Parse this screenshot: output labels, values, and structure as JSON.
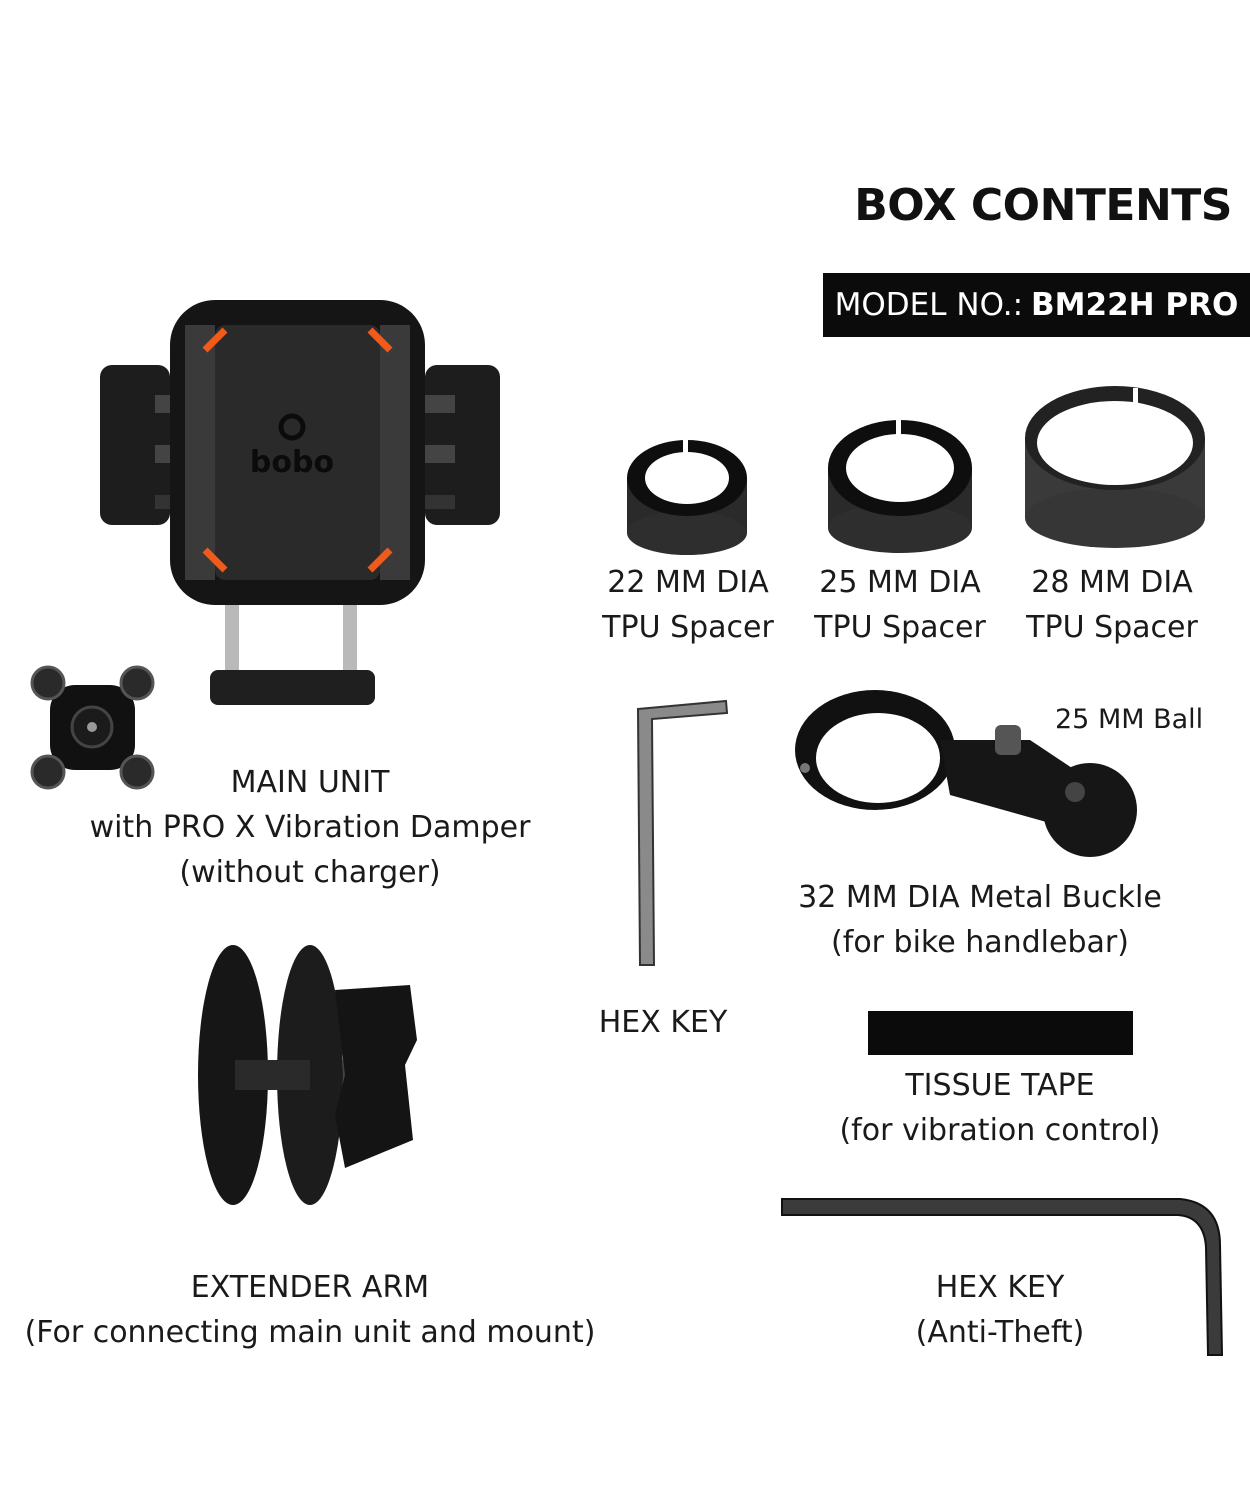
{
  "header": {
    "title": "BOX CONTENTS",
    "model_label": "MODEL NO.:",
    "model_value": "BM22H PRO"
  },
  "brand": {
    "logo_text": "bobo"
  },
  "items": {
    "main_unit": {
      "line1": "MAIN UNIT",
      "line2": "with PRO X Vibration Damper",
      "line3": "(without charger)"
    },
    "spacer_22": {
      "line1": "22 MM DIA",
      "line2": "TPU Spacer"
    },
    "spacer_25": {
      "line1": "25 MM DIA",
      "line2": "TPU Spacer"
    },
    "spacer_28": {
      "line1": "28 MM DIA",
      "line2": "TPU Spacer"
    },
    "ball_label": "25 MM Ball",
    "metal_buckle": {
      "line1_bold": "32 MM DIA",
      "line1_rest": "Metal Buckle",
      "line2": "(for bike handlebar)"
    },
    "hex_key_small": {
      "line1": "HEX KEY"
    },
    "tissue_tape": {
      "line1": "TISSUE TAPE",
      "line2": "(for vibration control)"
    },
    "extender_arm": {
      "line1": "EXTENDER ARM",
      "line2": "(For connecting main unit and mount)"
    },
    "hex_key_antitheft": {
      "line1": "HEX KEY",
      "line2": "(Anti-Theft)"
    }
  },
  "colors": {
    "accent": "#f05a1a",
    "black": "#0b0b0b"
  }
}
